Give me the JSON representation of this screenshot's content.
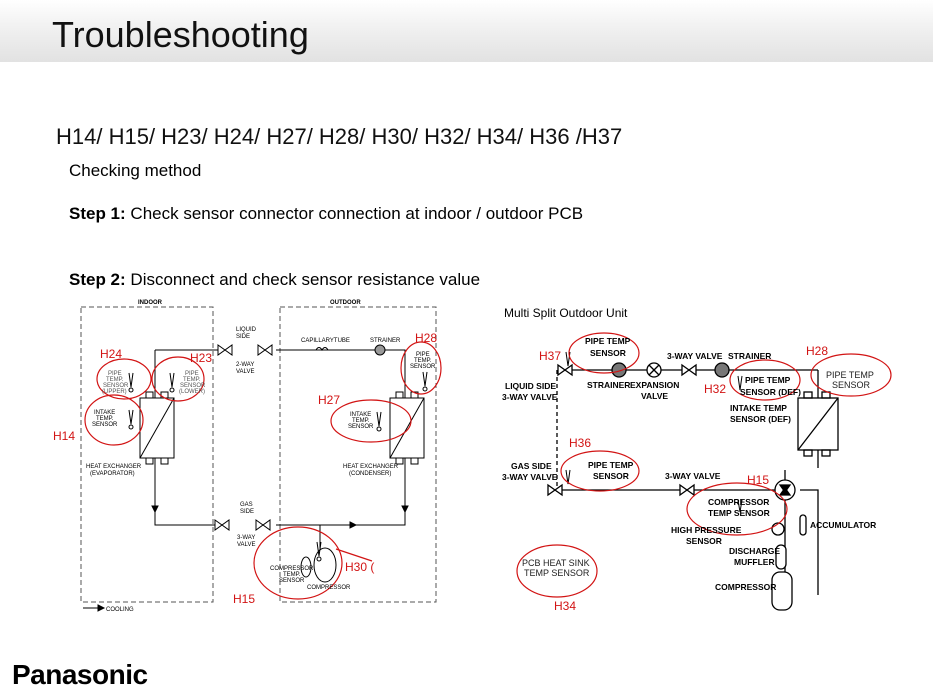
{
  "header": {
    "title": "Troubleshooting"
  },
  "error_codes": "H14/ H15/ H23/ H24/ H27/ H28/ H30/ H32/ H34/ H36 /H37",
  "checking_method": "Checking method",
  "steps": [
    {
      "label": "Step 1:",
      "text": " Check sensor connector connection at indoor / outdoor PCB"
    },
    {
      "label": "Step 2:",
      "text": " Disconnect and check sensor resistance value"
    }
  ],
  "left_diagram": {
    "indoor": "INDOOR",
    "outdoor": "OUTDOOR",
    "liquid_side": [
      "LIQUID",
      "SIDE"
    ],
    "two_way_valve": [
      "2-WAY",
      "VALVE"
    ],
    "capillary": "CAPILLARYTUBE",
    "strainer": "STRAINER",
    "pipe_temp_upper": [
      "PIPE",
      "TEMP.",
      "SENSOR",
      "(UPPER)"
    ],
    "pipe_temp_lower": [
      "PIPE",
      "TEMP.",
      "SENSOR",
      "(LOWER)"
    ],
    "pipe_temp_outdoor": [
      "PIPE",
      "TEMP.",
      "SENSOR"
    ],
    "intake_indoor": [
      "INTAKE",
      "TEMP.",
      "SENSOR"
    ],
    "intake_outdoor": [
      "INTAKE",
      "TEMP.",
      "SENSOR"
    ],
    "hx_evap": [
      "HEAT EXCHANGER",
      "(EVAPORATOR)"
    ],
    "hx_cond": [
      "HEAT EXCHANGER",
      "(CONDENSER)"
    ],
    "gas_side": [
      "GAS",
      "SIDE"
    ],
    "three_way_valve": [
      "3-WAY",
      "VALVE"
    ],
    "comp_temp": [
      "COMPRESSOR",
      "TEMP.",
      "SENSOR"
    ],
    "compressor": "COMPRESSOR",
    "cooling": "COOLING",
    "codes": {
      "h24": "H24",
      "h23": "H23",
      "h28": "H28",
      "h27": "H27",
      "h14": "H14",
      "h30": "H30 (",
      "h15": "H15"
    }
  },
  "right_diagram": {
    "title": "Multi Split Outdoor Unit",
    "pipe_temp_sensor": [
      "PIPE TEMP",
      "SENSOR"
    ],
    "three_way_valve": "3-WAY VALVE",
    "strainer_top": "STRAINER",
    "liquid_side": [
      "LIQUID SIDE",
      "3-WAY VALVE"
    ],
    "strainer": "STRAINER",
    "expansion_valve": [
      "EXPANSION",
      "VALVE"
    ],
    "pipe_temp_def": [
      "PIPE TEMP",
      "SENSOR (DEF)"
    ],
    "intake_temp_def": [
      "INTAKE TEMP",
      "SENSOR (DEF)"
    ],
    "pipe_temp_sensor_r": [
      "PIPE TEMP",
      "SENSOR"
    ],
    "gas_side": [
      "GAS SIDE",
      "3-WAY VALVE"
    ],
    "pipe_temp_sensor_gas": [
      "PIPE TEMP",
      "SENSOR"
    ],
    "three_way_valve_gas": "3-WAY VALVE",
    "comp_temp": [
      "COMPRESSOR",
      "TEMP SENSOR"
    ],
    "accumulator": "ACCUMULATOR",
    "high_pressure": [
      "HIGH PRESSURE",
      "SENSOR"
    ],
    "discharge": [
      "DISCHARGE",
      "MUFFLER"
    ],
    "compressor": "COMPRESSOR",
    "pcb_heat_sink": [
      "PCB HEAT SINK",
      "TEMP SENSOR"
    ],
    "codes": {
      "h37": "H37",
      "h28": "H28",
      "h32": "H32",
      "h36": "H36",
      "h15": "H15",
      "h34": "H34"
    }
  },
  "footer": {
    "logo": "Panasonic"
  }
}
